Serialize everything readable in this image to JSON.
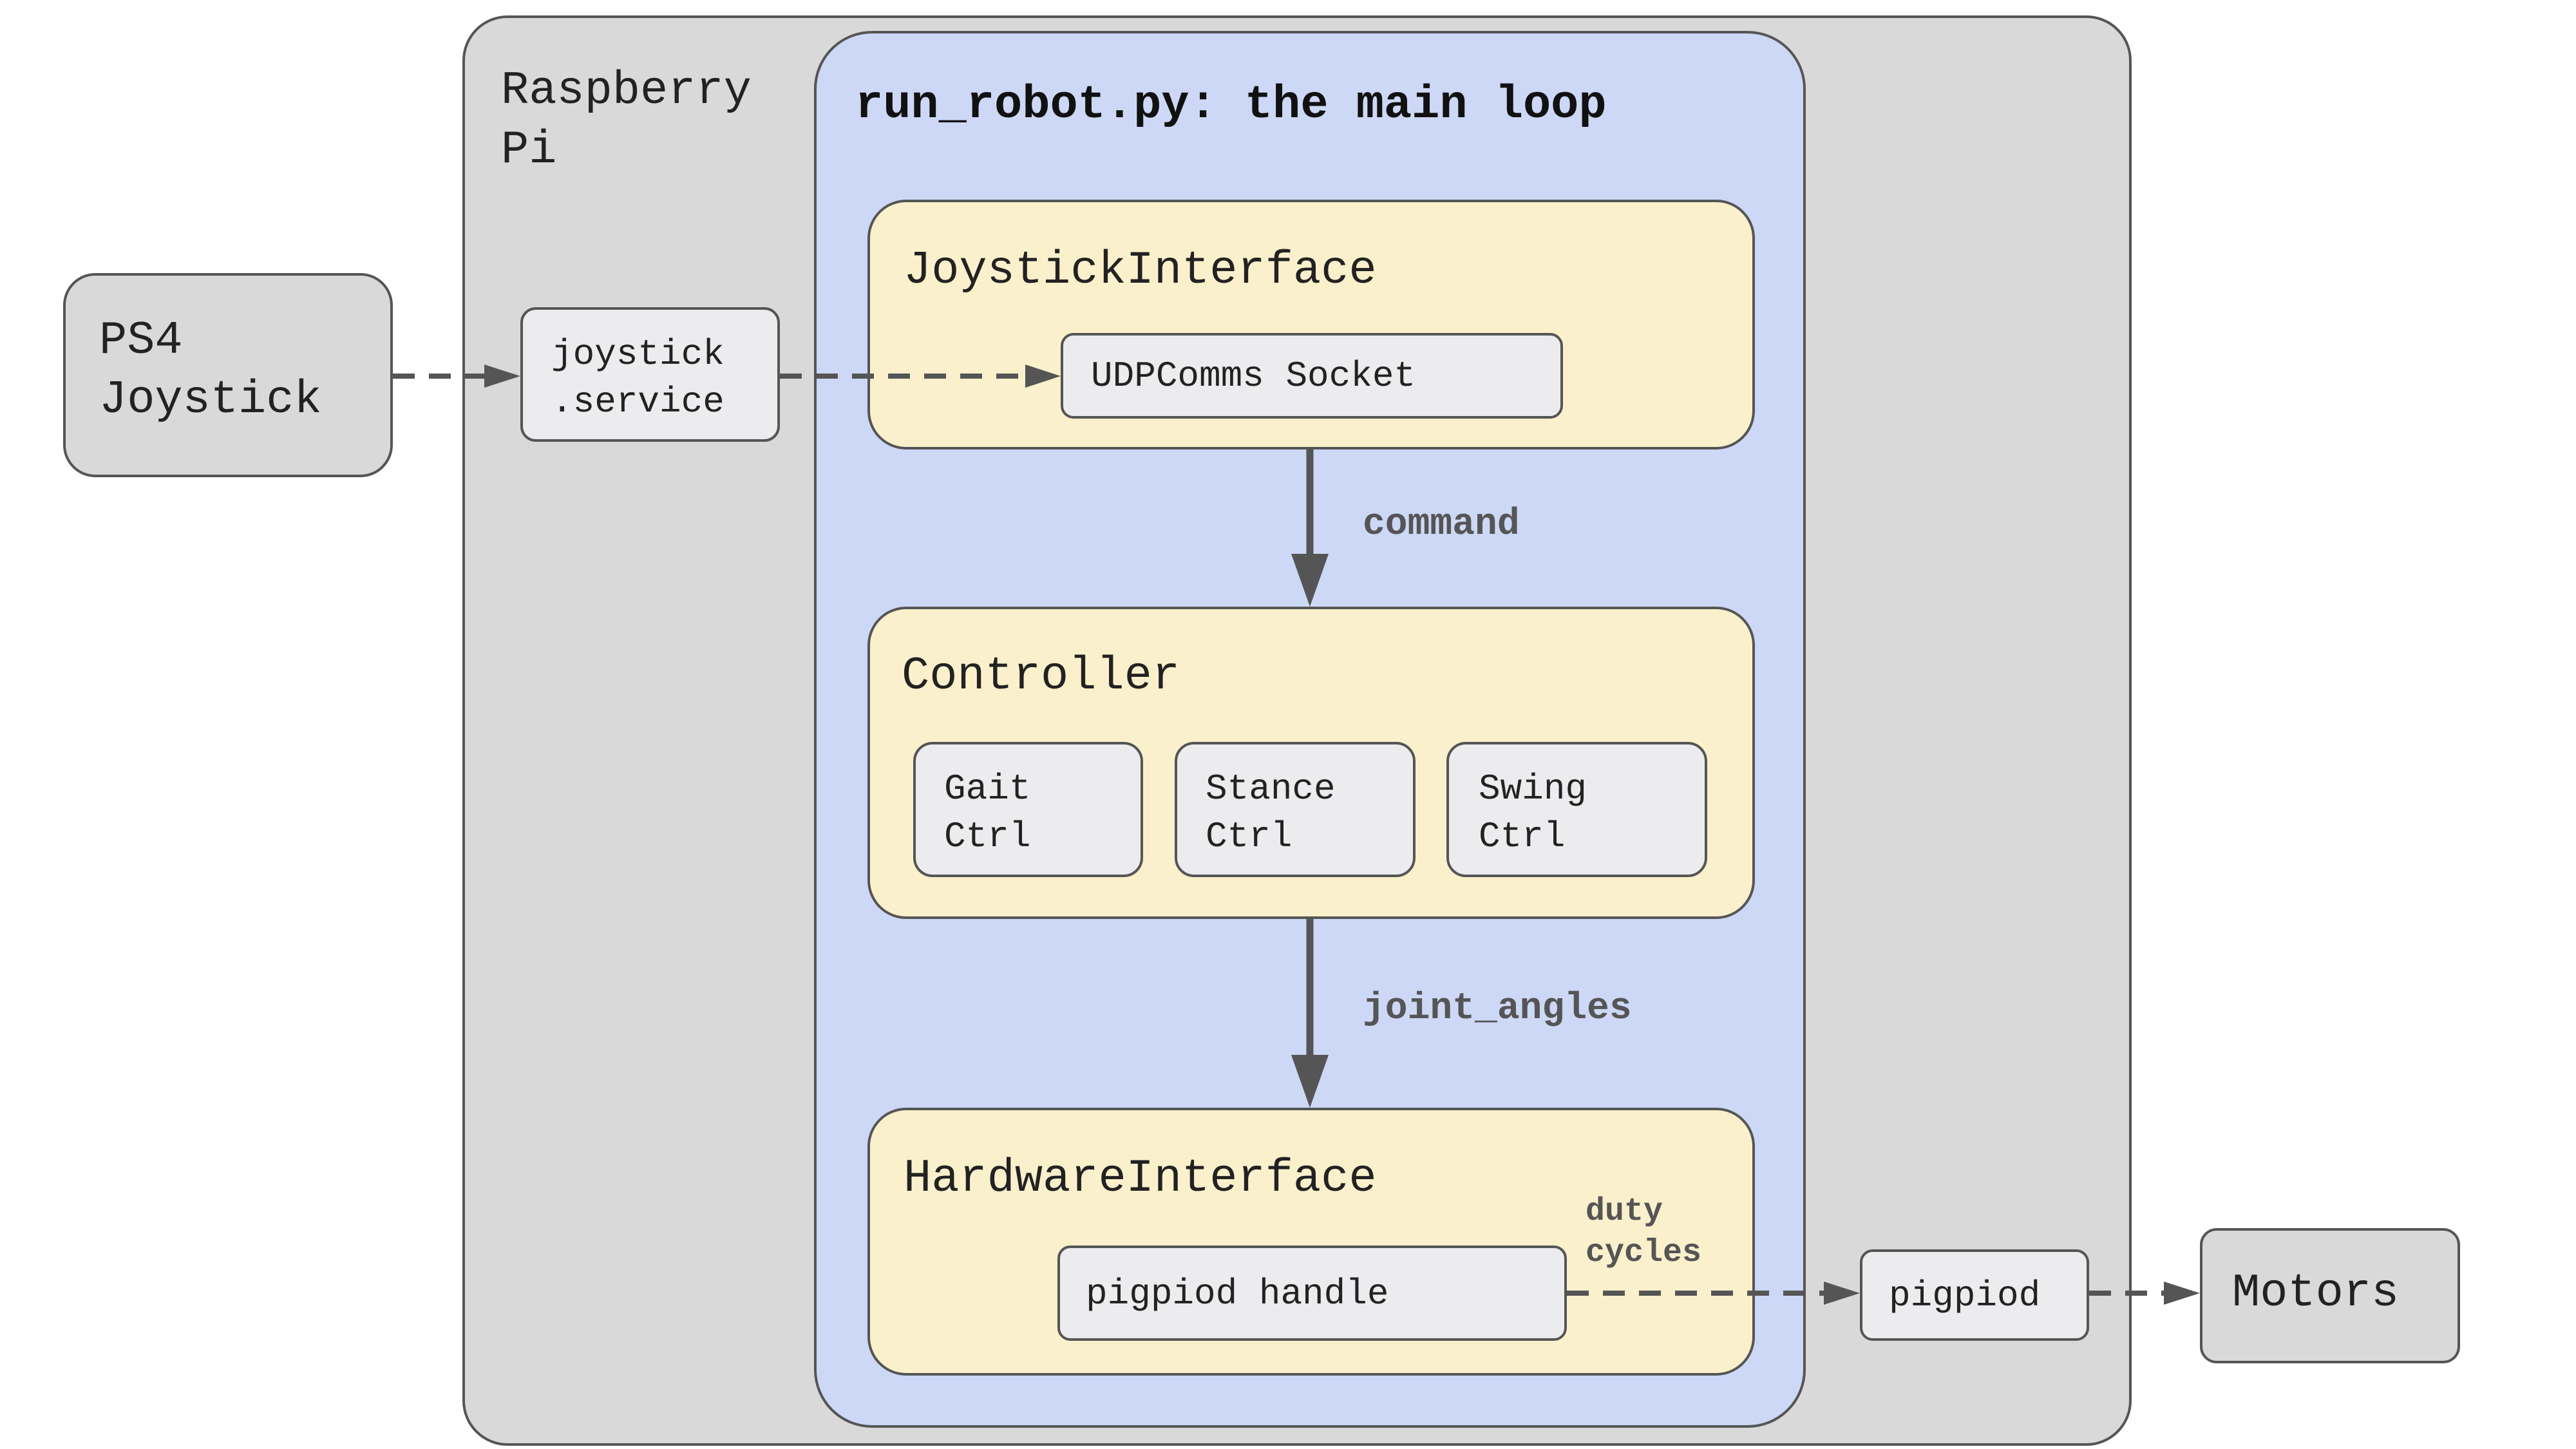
{
  "nodes": {
    "raspberry_pi": "Raspberry\nPi",
    "main_loop": "run_robot.py: the main loop",
    "joystick_interface": "JoystickInterface",
    "udp_socket": "UDPComms Socket",
    "controller": "Controller",
    "gait_ctrl": "Gait\nCtrl",
    "stance_ctrl": "Stance\nCtrl",
    "swing_ctrl": "Swing\nCtrl",
    "hardware_interface": "HardwareInterface",
    "pigpiod_handle": "pigpiod handle",
    "ps4_joystick": "PS4\nJoystick",
    "joystick_service": "joystick\n.service",
    "pigpiod": "pigpiod",
    "motors": "Motors"
  },
  "edges": {
    "command": "command",
    "joint_angles": "joint_angles",
    "duty_cycles": "duty\ncycles"
  },
  "colors": {
    "pi_fill": "#d9d9d9",
    "loop_fill": "#cdd8f6",
    "module_fill": "#fbf0cc",
    "inner_fill": "#ececee",
    "stroke": "#555555"
  }
}
